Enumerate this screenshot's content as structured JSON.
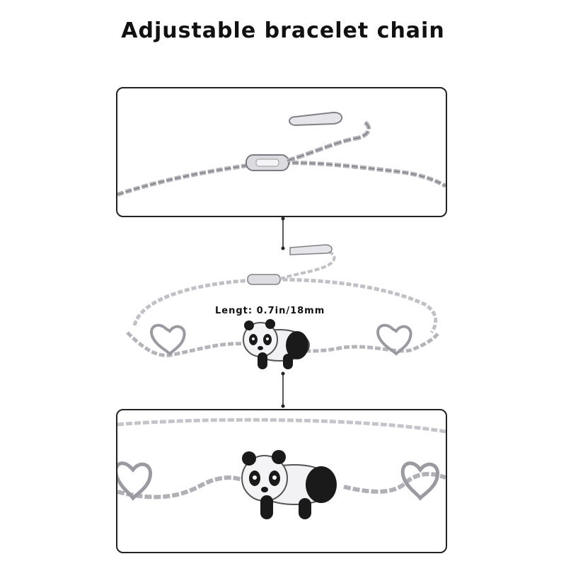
{
  "title": "Adjustable bracelet chain",
  "length_label": "Lengt: 0.7in/18mm",
  "colors": {
    "silver": "#c8c8cc",
    "enamel": "#1a1a1a",
    "frame": "#222222"
  },
  "images": [
    {
      "name": "clasp-closeup",
      "subject": "lobster clasp with extender chain"
    },
    {
      "name": "full-bracelet",
      "subject": "bracelet with panda charm and heart links"
    },
    {
      "name": "charm-closeup",
      "subject": "sleeping panda charm between heart links"
    }
  ]
}
